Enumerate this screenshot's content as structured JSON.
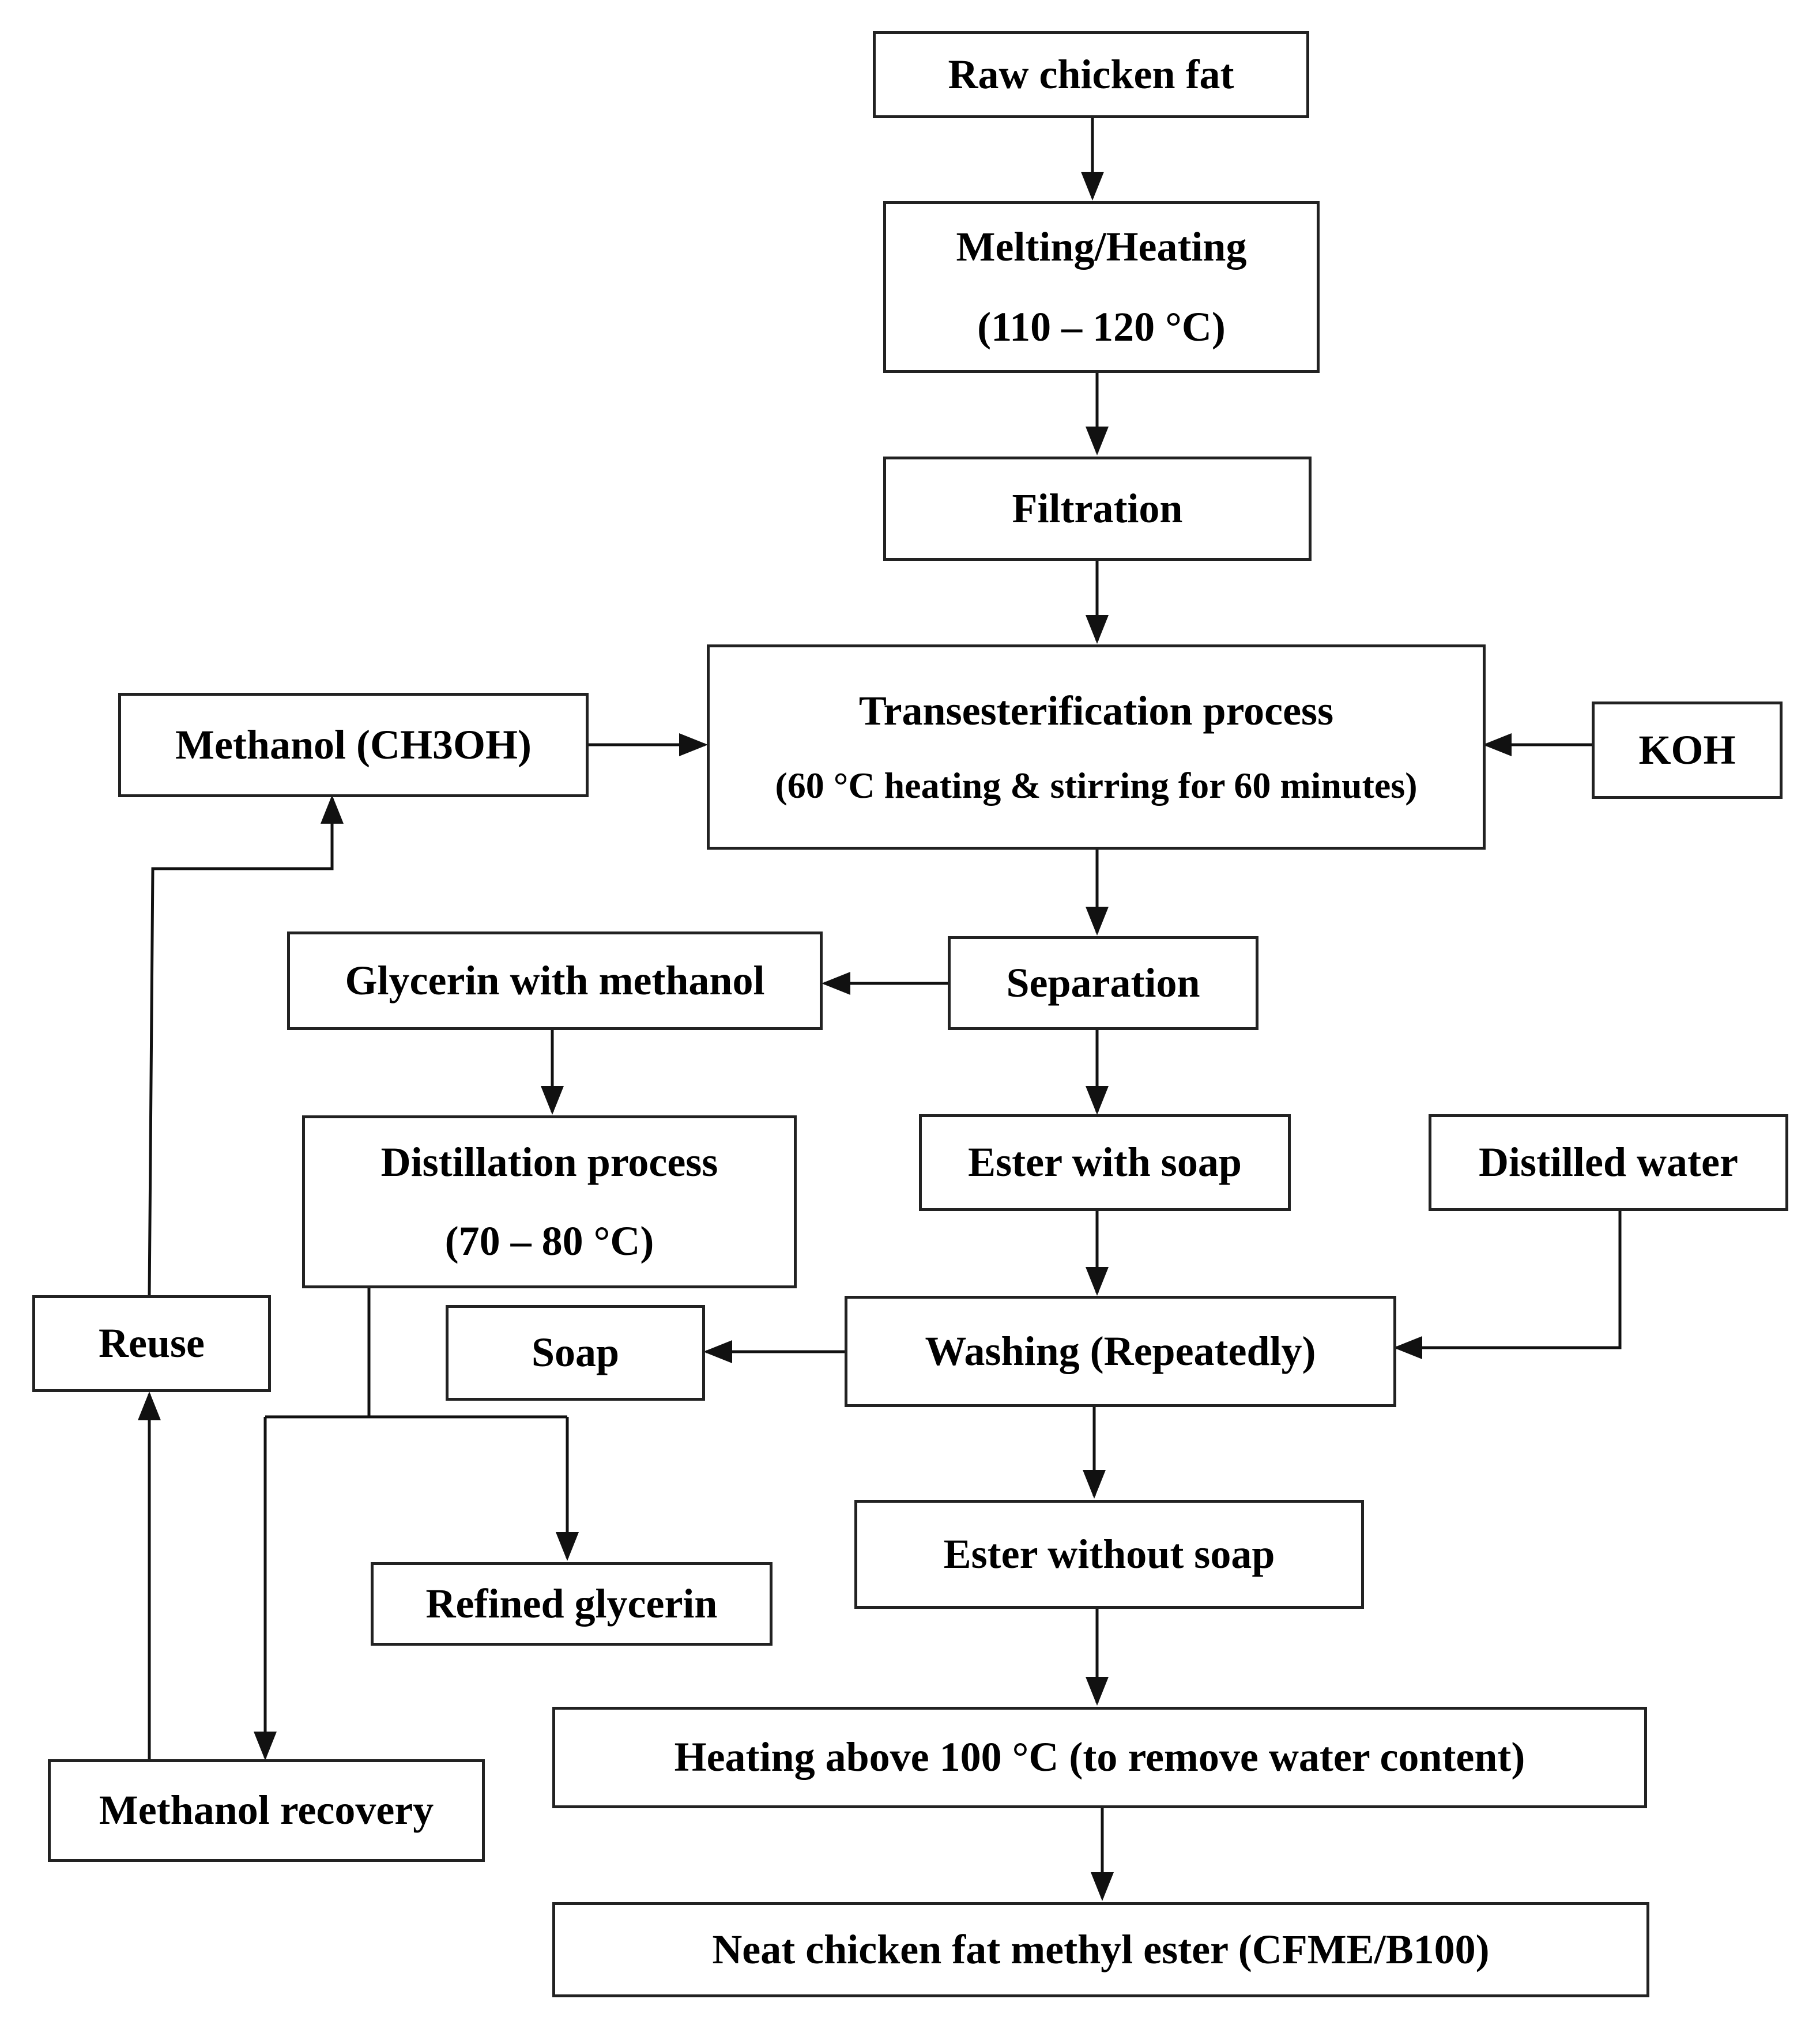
{
  "nodes": {
    "raw_chicken_fat": "Raw chicken fat",
    "melting_heating": "Melting/Heating",
    "melting_temp": "(110 – 120 °C)",
    "filtration": "Filtration",
    "transesterification": "Transesterification process",
    "transesterification_conditions": "(60 °C heating & stirring for 60 minutes)",
    "methanol": "Methanol (CH3OH)",
    "koh": "KOH",
    "separation": "Separation",
    "glycerin_with_methanol": "Glycerin with methanol",
    "distillation": "Distillation process",
    "distillation_temp": "(70 – 80 °C)",
    "ester_with_soap": "Ester with soap",
    "distilled_water": "Distilled water",
    "reuse": "Reuse",
    "soap": "Soap",
    "washing": "Washing (Repeatedly)",
    "refined_glycerin": "Refined glycerin",
    "ester_without_soap": "Ester without soap",
    "heating_above_100": "Heating above 100 °C (to remove water content)",
    "methanol_recovery": "Methanol recovery",
    "cfme": "Neat chicken fat methyl ester (CFME/B100)"
  }
}
